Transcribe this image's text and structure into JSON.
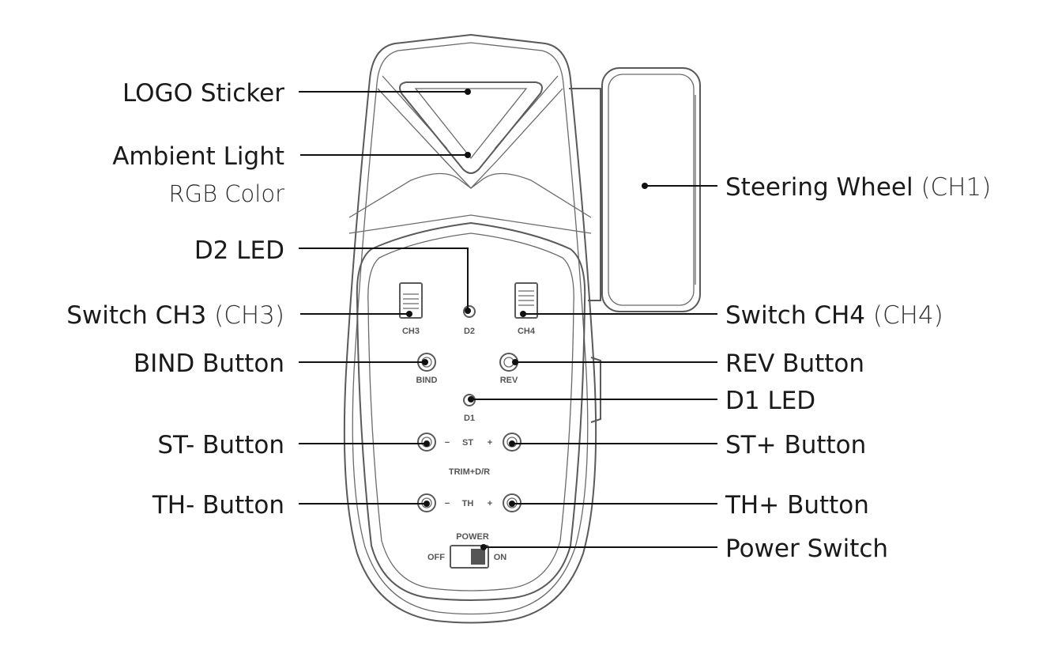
{
  "callouts": {
    "logo_sticker": "LOGO  Sticker",
    "ambient_light": "Ambient Light",
    "ambient_light_sub": "RGB Color",
    "d2_led": "D2 LED",
    "switch_ch3": "Switch CH3",
    "switch_ch3_paren": "(CH3)",
    "bind_button": "BIND Button",
    "st_minus_button": "ST- Button",
    "th_minus_button": "TH- Button",
    "steering_wheel": "Steering Wheel",
    "steering_wheel_paren": "(CH1)",
    "switch_ch4": "Switch CH4",
    "switch_ch4_paren": "(CH4)",
    "rev_button": "REV Button",
    "d1_led": "D1 LED",
    "st_plus_button": "ST+ Button",
    "th_plus_button": "TH+ Button",
    "power_switch": "Power Switch"
  },
  "panel_labels": {
    "ch3": "CH3",
    "d2": "D2",
    "ch4": "CH4",
    "bind": "BIND",
    "rev": "REV",
    "d1": "D1",
    "st_minus": "−",
    "st": "ST",
    "st_plus": "+",
    "trim_dr": "TRIM+D/R",
    "th_minus": "−",
    "th": "TH",
    "th_plus": "+",
    "power": "POWER",
    "off": "OFF",
    "on": "ON"
  },
  "colors": {
    "outline": "#5a5a5a",
    "leader": "#111111",
    "text": "#1a1a1a"
  }
}
